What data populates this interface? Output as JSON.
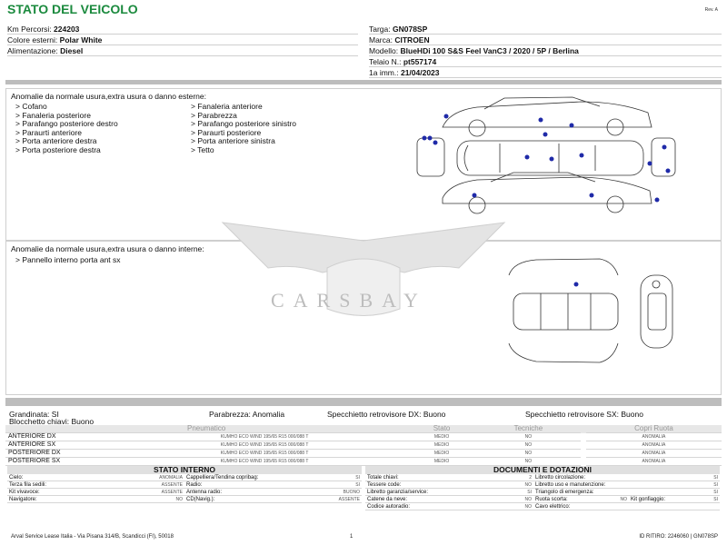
{
  "header": {
    "title": "STATO DEL VEICOLO",
    "rev": "Rev. A"
  },
  "vehicle_left": [
    {
      "key": "Km Percorsi:",
      "value": "224203"
    },
    {
      "key": "Colore esterni:",
      "value": "Polar White"
    },
    {
      "key": "Alimentazione:",
      "value": "Diesel"
    }
  ],
  "vehicle_right": [
    {
      "key": "Targa:",
      "value": "GN078SP"
    },
    {
      "key": "Marca:",
      "value": "CITROEN"
    },
    {
      "key": "Modello:",
      "value": "BlueHDi 100 S&S Feel VanC3 / 2020 / 5P / Berlina"
    },
    {
      "key": "Telaio N.:",
      "value": "pt557174"
    },
    {
      "key": "1a imm.:",
      "value": "21/04/2023"
    }
  ],
  "external": {
    "heading": "Anomalie da normale usura,extra usura o danno esterne:",
    "col1": [
      "> Cofano",
      "> Fanaleria posteriore",
      "> Parafango posteriore destro",
      "> Paraurti anteriore",
      "> Porta anteriore destra",
      "> Porta posteriore destra"
    ],
    "col2": [
      "> Fanaleria anteriore",
      "> Parabrezza",
      "> Parafango posteriore sinistro",
      "> Paraurti posteriore",
      "> Porta anteriore sinistra",
      "> Tetto"
    ]
  },
  "internal": {
    "heading": "Anomalie da normale usura,extra usura o danno interne:",
    "items": [
      "> Pannello interno porta ant sx"
    ]
  },
  "watermark": "CARSBAY",
  "status_line1": {
    "grandinata": "Grandinata: SI",
    "parabrezza": "Parabrezza: Anomalia",
    "spec_dx": "Specchietto retrovisore DX: Buono",
    "spec_sx": "Specchietto retrovisore SX: Buono"
  },
  "status_line2": "Blocchetto chiavi: Buono",
  "tires": {
    "headers": [
      "Pneumatico",
      "Stato",
      "Tecniche",
      "Copri Ruota"
    ],
    "rows": [
      {
        "pos": "ANTERIORE DX",
        "model": "KUMHO ECO WIND 195/65 R15 000/088 T",
        "stato": "MEDIO",
        "tecniche": "NO",
        "copri": "ANOMALIA"
      },
      {
        "pos": "ANTERIORE SX",
        "model": "KUMHO ECO WIND 195/65 R15 000/088 T",
        "stato": "MEDIO",
        "tecniche": "NO",
        "copri": "ANOMALIA"
      },
      {
        "pos": "POSTERIORE DX",
        "model": "KUMHO ECO WIND 195/65 R15 000/088 T",
        "stato": "MEDIO",
        "tecniche": "NO",
        "copri": "ANOMALIA"
      },
      {
        "pos": "POSTERIORE SX",
        "model": "KUMHO ECO WIND 195/65 R15 000/088 T",
        "stato": "MEDIO",
        "tecniche": "NO",
        "copri": "ANOMALIA"
      }
    ]
  },
  "stato_interno": {
    "title": "STATO INTERNO",
    "rows": [
      [
        {
          "l": "Cielo:",
          "v": "ANOMALIA"
        },
        {
          "l": "Cappelliera/Tendina copribag:",
          "v": "SI"
        }
      ],
      [
        {
          "l": "Terza fila sedili:",
          "v": "ASSENTE"
        },
        {
          "l": "Radio:",
          "v": "SI"
        }
      ],
      [
        {
          "l": "Kit vivavoce:",
          "v": "ASSENTE"
        },
        {
          "l": "Antenna radio:",
          "v": "BUONO"
        }
      ],
      [
        {
          "l": "Navigatore:",
          "v": "NO"
        },
        {
          "l": "CD(Navig.):",
          "v": "ASSENTE"
        }
      ]
    ]
  },
  "documenti": {
    "title": "DOCUMENTI E DOTAZIONI",
    "rows": [
      [
        {
          "l": "Totale chiavi:",
          "v": "2"
        },
        {
          "l": "Libretto circolazione:",
          "v": "SI"
        }
      ],
      [
        {
          "l": "Tessere code:",
          "v": "NO"
        },
        {
          "l": "Libretto uso e manutenzione:",
          "v": "SI"
        }
      ],
      [
        {
          "l": "Libretto garanzia/service:",
          "v": "SI"
        },
        {
          "l": "Triangolo di emergenza:",
          "v": "SI"
        }
      ],
      [
        {
          "l": "Catene da neve:",
          "v": "NO"
        },
        {
          "l": "Ruota scorta:",
          "v": "NO"
        },
        {
          "l": "Kit gonfiaggio:",
          "v": "SI"
        }
      ],
      [
        {
          "l": "Codice autoradio:",
          "v": "NO"
        },
        {
          "l": "Cavo elettrico:",
          "v": ""
        }
      ]
    ]
  },
  "footer": {
    "left": "Arval Service Lease Italia - Via Pisana 314/B, Scandicci (FI), 50018",
    "page": "1",
    "right": "ID RITIRO: 2246060 | GN078SP"
  }
}
